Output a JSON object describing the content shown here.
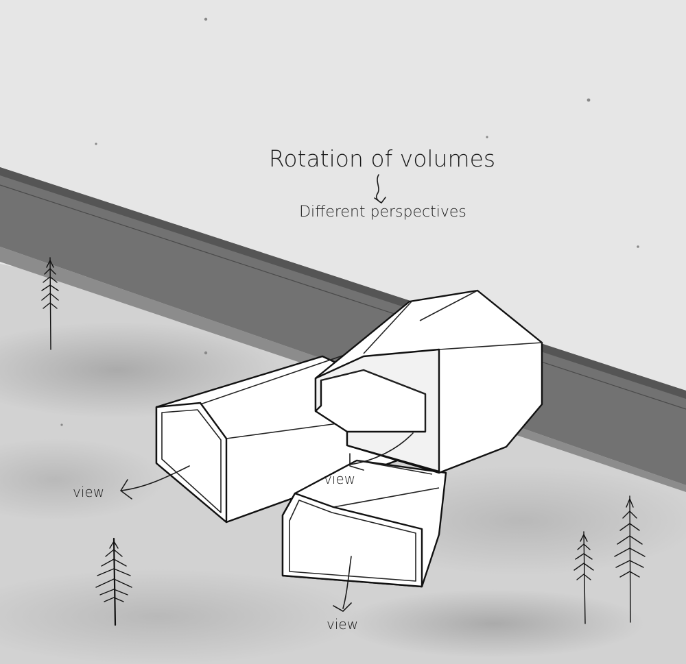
{
  "diagram": {
    "title": "Rotation of volumes",
    "subtitle": "Different perspectives",
    "view_labels": [
      "view",
      "view",
      "view"
    ]
  },
  "colors": {
    "sky": "#e6e6e6",
    "road": "#6f6f6f",
    "road_edge": "#4a4a4a",
    "ground": "#c9c9c9",
    "volume": "#ffffff",
    "ink": "#111111"
  }
}
